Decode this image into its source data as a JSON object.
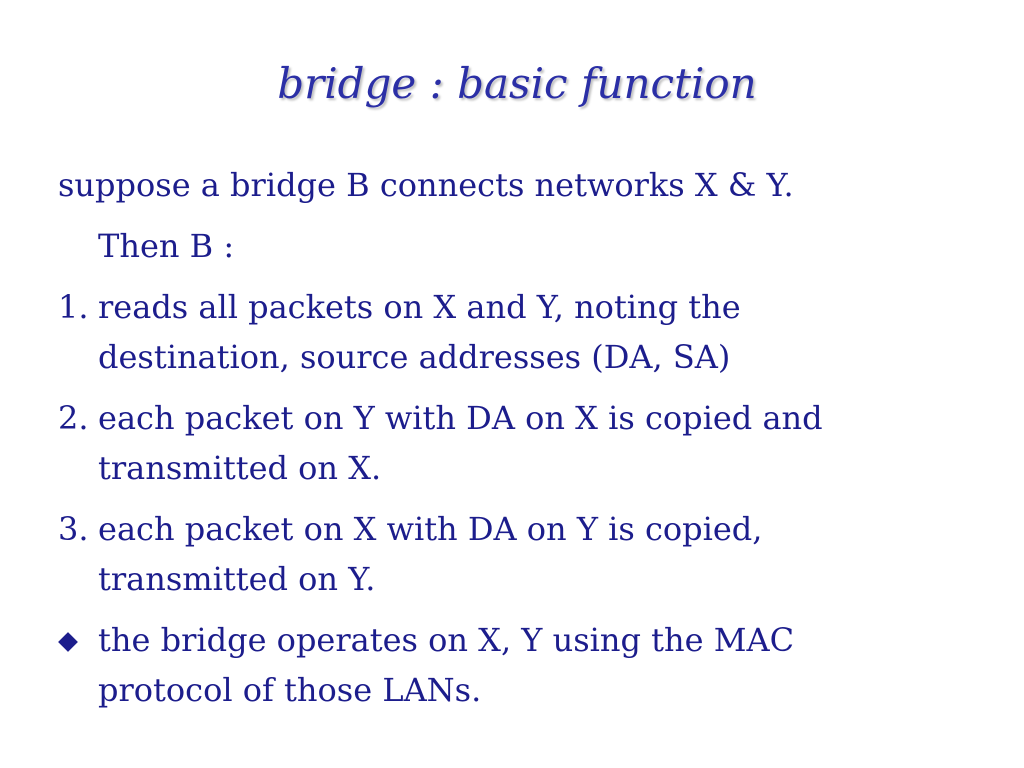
{
  "slide": {
    "title": "bridge : basic function",
    "intro_line1": "suppose a bridge B connects networks X & Y.",
    "intro_line2": "Then B :",
    "items": [
      {
        "marker": "1.",
        "line1": "reads all packets on X and Y, noting the",
        "line2": "destination, source addresses (DA, SA)"
      },
      {
        "marker": "2.",
        "line1": "each packet on Y with DA on X is copied and",
        "line2": "transmitted on X."
      },
      {
        "marker": "3.",
        "line1": "each packet on X with DA on Y is copied,",
        "line2": "transmitted on Y."
      }
    ],
    "bullet": {
      "icon": "diamond-bullet-icon",
      "line1": "the bridge operates on X, Y using the MAC",
      "line2": "protocol of those LANs."
    }
  },
  "colors": {
    "title": "#2b2fa6",
    "body": "#1c1d8c",
    "background": "#ffffff"
  }
}
